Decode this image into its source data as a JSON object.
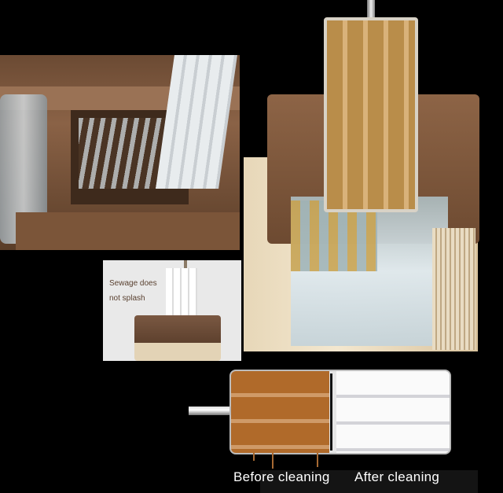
{
  "inset_caption": {
    "line1": "Sewage does",
    "line2": "not splash"
  },
  "comparison": {
    "before_label": "Before cleaning",
    "after_label": "After cleaning"
  },
  "colors": {
    "background": "#000000",
    "bucket_brown": "#7b5539",
    "bucket_cream": "#f3e7cf",
    "dirty_pad": "#b06a2a"
  }
}
